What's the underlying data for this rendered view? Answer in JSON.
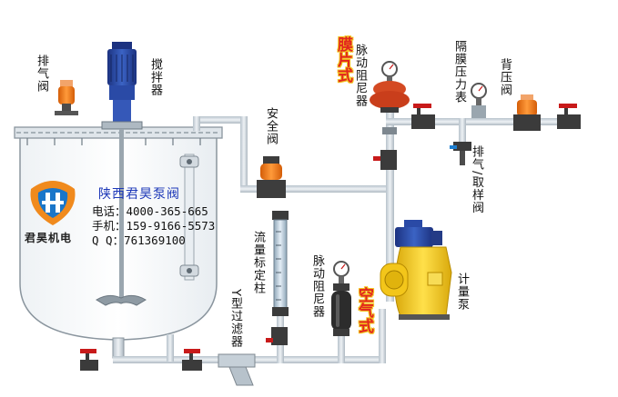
{
  "labels": {
    "exhaust_valve_tank": "排气阀",
    "agitator": "搅拌器",
    "safety_valve": "安全阀",
    "diaphragm_type": "膜片式",
    "pulse_damper_top": "脉动阻尼器",
    "diaphragm_gauge": "隔膜压力表",
    "back_pressure_valve": "背压阀",
    "exhaust_sampling_valve": "排气/取样阀",
    "flow_column": "流量标定柱",
    "pulse_damper_bottom": "脉动阻尼器",
    "air_type": "空气式",
    "metering_pump": "计量泵",
    "y_filter": "Y型过滤器"
  },
  "company": {
    "name": "陕西君昊泵阀",
    "phone": "电话：4000-365-665",
    "mobile": "手机：159-9166-5573",
    "qq": "Q  Q：761369100",
    "brand": "君昊机电"
  },
  "colors": {
    "pipe": "#c9d4dc",
    "valve_orange": "#f07a16",
    "valve_red": "#c81a1a",
    "motor_blue": "#2b4a9e",
    "pump_yellow": "#f3c61a"
  }
}
